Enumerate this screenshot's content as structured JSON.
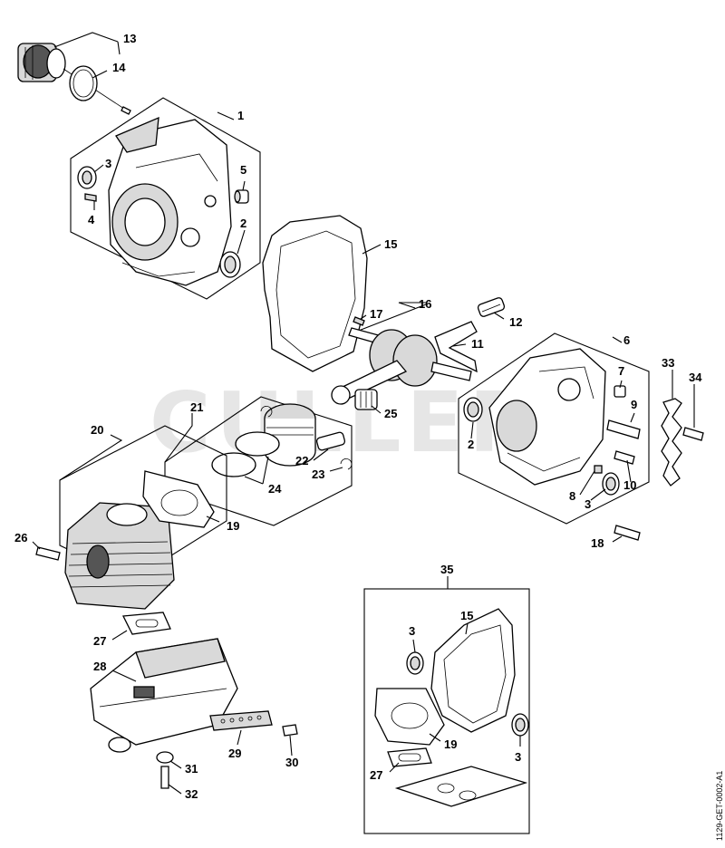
{
  "watermark": "CULLER",
  "document_code": "1129-GET-0002-A1",
  "callouts": {
    "c1": "1",
    "c2a": "2",
    "c2b": "2",
    "c3a": "3",
    "c3b": "3",
    "c3c": "3",
    "c3d": "3",
    "c4": "4",
    "c5": "5",
    "c6": "6",
    "c7": "7",
    "c8": "8",
    "c9": "9",
    "c10": "10",
    "c11": "11",
    "c12": "12",
    "c13": "13",
    "c14": "14",
    "c15a": "15",
    "c15b": "15",
    "c16": "16",
    "c17": "17",
    "c18": "18",
    "c19a": "19",
    "c19b": "19",
    "c20": "20",
    "c21": "21",
    "c22": "22",
    "c23": "23",
    "c24": "24",
    "c25": "25",
    "c26": "26",
    "c27a": "27",
    "c27b": "27",
    "c28": "28",
    "c29": "29",
    "c30": "30",
    "c31": "31",
    "c32": "32",
    "c33": "33",
    "c34": "34",
    "c35": "35"
  }
}
